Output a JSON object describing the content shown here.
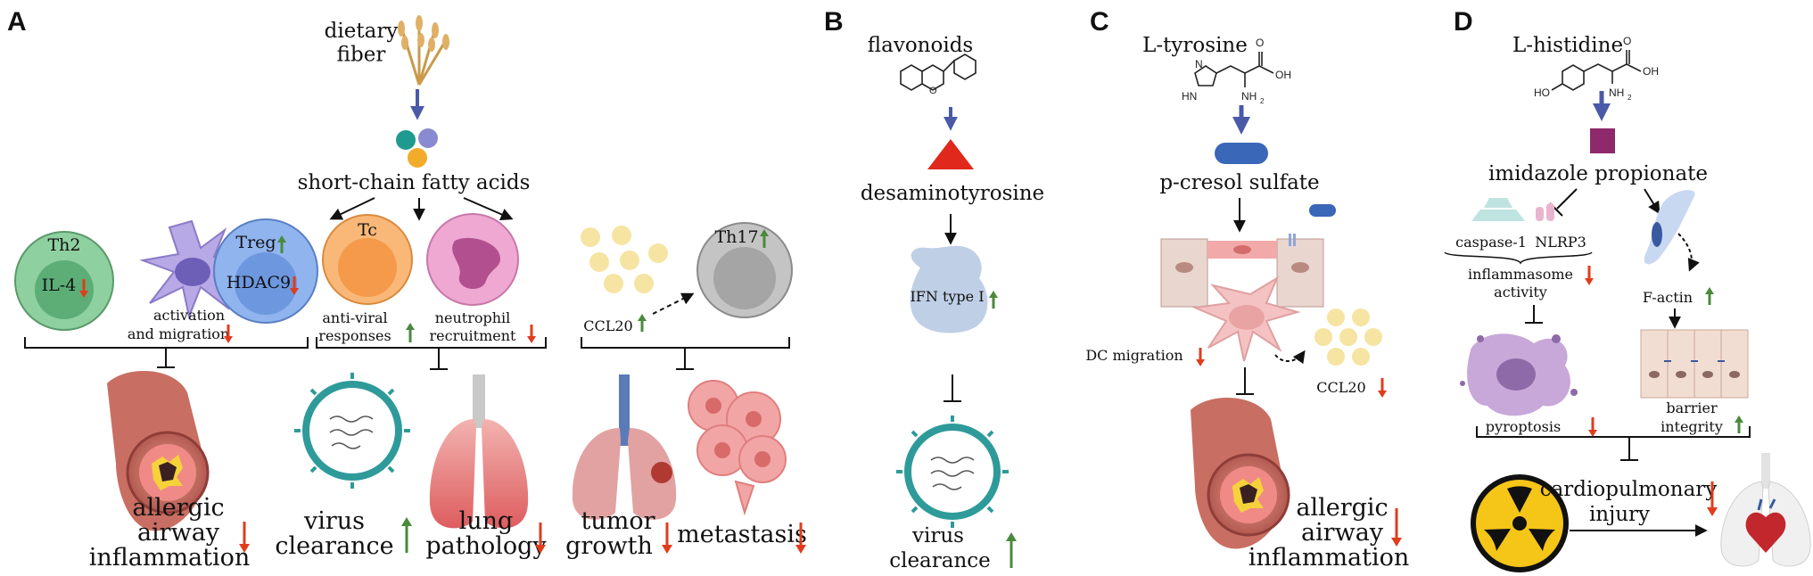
{
  "colors": {
    "up": "#4a8a3c",
    "down": "#e03c1e",
    "flow": "#4a5aa8",
    "th2_outer": "#7cc48f",
    "treg_outer": "#7ea5e6",
    "tc": "#f7a35a",
    "neutrophil": "#e89ac6",
    "th17": "#b9b9b9",
    "ccl20": "#f5e39a",
    "triangle": "#e0291c",
    "pcs": "#3a67b8",
    "imp": "#8e2a6b"
  },
  "panels": {
    "A": {
      "letter": "A",
      "source": "dietary\nfiber",
      "metabolite": "short-chain fatty acids",
      "cells": {
        "th2": "Th2",
        "il4": "IL-4",
        "treg": "Treg",
        "hdac9": "HDAC9",
        "activation": "activation\nand migration",
        "tc": "Tc",
        "antiviral": "anti-viral\nresponses",
        "neutrophil": "neutrophil\nrecruitment",
        "ccl20": "CCL20",
        "th17": "Th17"
      },
      "outcomes": {
        "allergic": "allergic\nairway\ninflammation",
        "virus": "virus\nclearance",
        "lung": "lung\npathology",
        "tumor": "tumor\ngrowth",
        "metastasis": "metastasis"
      }
    },
    "B": {
      "letter": "B",
      "source": "flavonoids",
      "metabolite": "desaminotyrosine",
      "ifn": "IFN type I",
      "outcome": "virus\nclearance"
    },
    "C": {
      "letter": "C",
      "source": "L-tyrosine",
      "metabolite": "p-cresol sulfate",
      "dc": "DC migration",
      "ccl20": "CCL20",
      "outcome": "allergic\nairway\ninflammation",
      "chem": {
        "o": "O",
        "oh": "OH",
        "nh2": "NH",
        "nh2_sub": "2",
        "n": "N",
        "hn": "HN"
      }
    },
    "D": {
      "letter": "D",
      "source": "L-histidine",
      "metabolite": "imidazole propionate",
      "caspase": "caspase-1",
      "nlrp3": "NLRP3",
      "inflammasome": "inflammasome\nactivity",
      "factin": "F-actin",
      "pyroptosis": "pyroptosis",
      "barrier": "barrier\nintegrity",
      "outcome": "cardiopulmonary\ninjury",
      "chem": {
        "o": "O",
        "oh": "OH",
        "ho": "HO",
        "nh2": "NH",
        "nh2_sub": "2"
      }
    }
  }
}
